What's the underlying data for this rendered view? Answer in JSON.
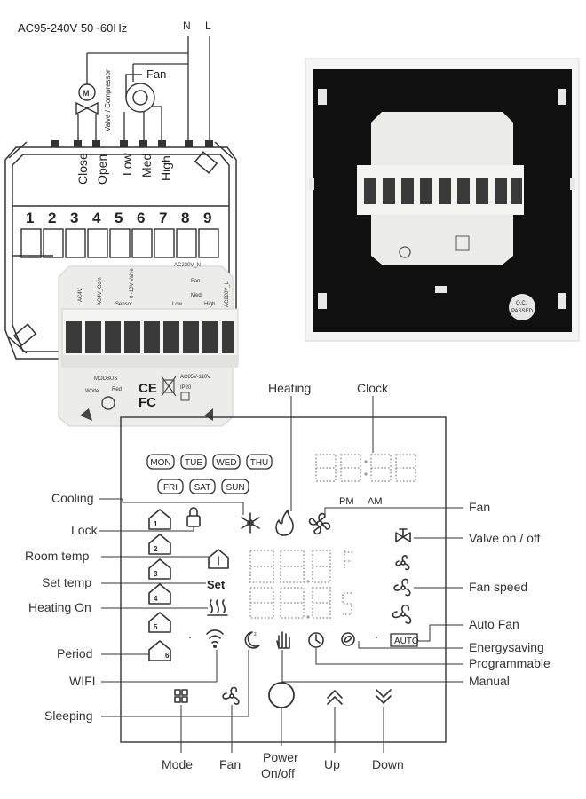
{
  "wiring": {
    "supply_label": "AC95-240V  50~60Hz",
    "neutral": "N",
    "live": "L",
    "fan_label": "Fan",
    "valve_label": "Valve / Compressor",
    "terminal_functions": [
      "Close",
      "Open",
      "Low",
      "Med",
      "High"
    ],
    "terminal_numbers": [
      "1",
      "2",
      "3",
      "4",
      "5",
      "6",
      "7",
      "8",
      "9"
    ]
  },
  "module": {
    "top_text": "AC220V_N",
    "valve_text": "0~10V Valve",
    "fan_text": "Fan",
    "left_texts": [
      "AC4V",
      "AC4V_Com",
      "Sensor"
    ],
    "speed_texts": [
      "Low",
      "Med",
      "High"
    ],
    "live_text": "AC220V_L",
    "modbus": "MODBUS",
    "white": "White",
    "red": "Red",
    "rating": "AC85V-110V",
    "ip": "IP20",
    "ce": "CE",
    "fc": "FC"
  },
  "rear": {
    "qc_line1": "Q.C.",
    "qc_line2": "PASSED"
  },
  "display": {
    "days_row1": [
      "MON",
      "TUE",
      "WED",
      "THU"
    ],
    "days_row2": [
      "FRI",
      "SAT",
      "SUN"
    ],
    "pm": "PM",
    "am": "AM",
    "set_text": "Set",
    "auto_text": "AUTO",
    "period_numbers": [
      "1",
      "2",
      "3",
      "4",
      "5",
      "6"
    ]
  },
  "callouts": {
    "heating": "Heating",
    "clock": "Clock",
    "cooling": "Cooling",
    "lock": "Lock",
    "room_temp": "Room temp",
    "set_temp": "Set temp",
    "heating_on": "Heating On",
    "period": "Period",
    "wifi": "WIFI",
    "sleeping": "Sleeping",
    "fan": "Fan",
    "valve": "Valve on / off",
    "fan_speed": "Fan speed",
    "auto_fan": "Auto Fan",
    "energy": "Energysaving",
    "programmable": "Programmable",
    "manual": "Manual"
  },
  "buttons": {
    "mode": "Mode",
    "fan": "Fan",
    "power_line1": "Power",
    "power_line2": "On/off",
    "up": "Up",
    "down": "Down"
  }
}
